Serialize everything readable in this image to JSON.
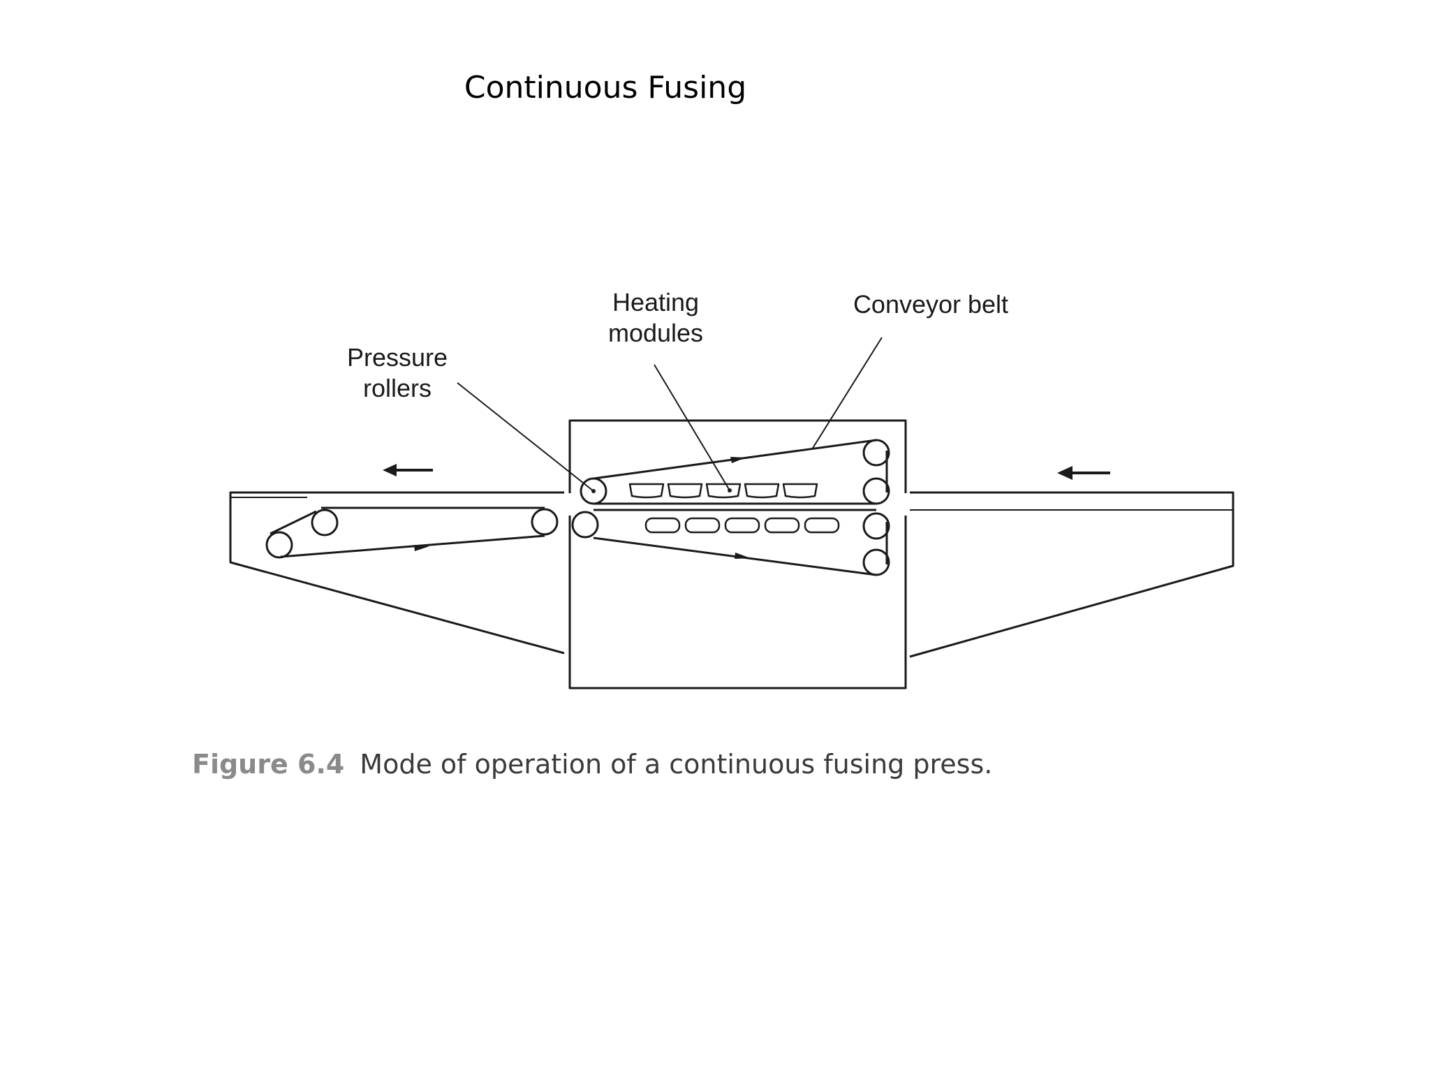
{
  "title": "Continuous Fusing",
  "diagram": {
    "labels": {
      "pressure_rollers_line1": "Pressure",
      "pressure_rollers_line2": "rollers",
      "heating_modules_line1": "Heating",
      "heating_modules_line2": "modules",
      "conveyor_belt": "Conveyor belt"
    }
  },
  "caption": {
    "figure_number": "Figure 6.4",
    "text": "Mode of operation of a continuous fusing press."
  },
  "colors": {
    "line": "#1a1a1a",
    "caption_number": "#8a8a8a",
    "caption_text": "#3a3a3a"
  }
}
